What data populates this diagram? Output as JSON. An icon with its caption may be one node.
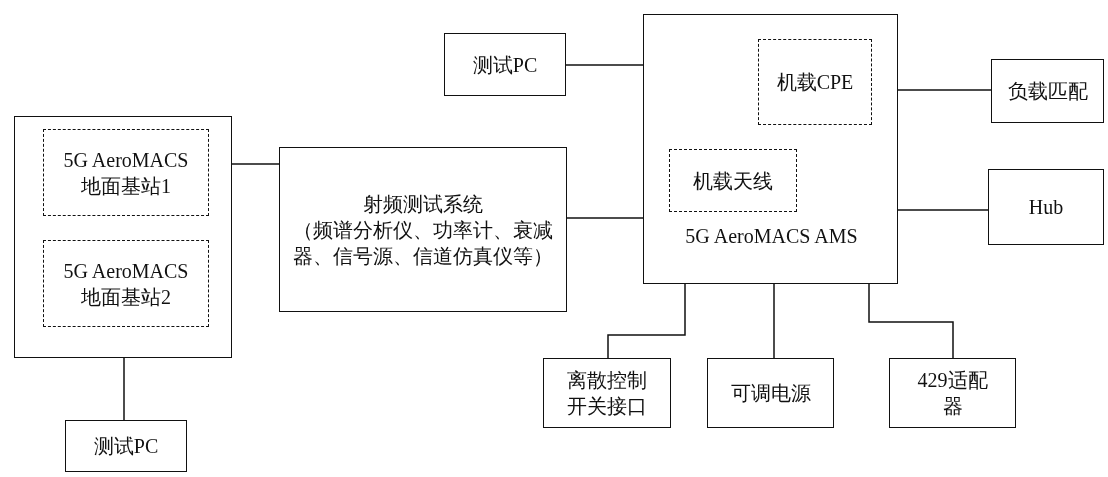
{
  "diagram": {
    "nodes": [
      {
        "text": [
          "测试PC"
        ]
      },
      {
        "text": [
          "5G AeroMACS AMS"
        ]
      },
      {
        "text": [
          "机载CPE"
        ],
        "in": 1
      },
      {
        "text": [
          "负载匹配"
        ]
      },
      {
        "text": [],
        "shape": "box"
      },
      {
        "text": [
          "5G AeroMACS 地面基站1"
        ],
        "in": 4
      },
      {
        "text": [
          "5G AeroMACS 地面基站2"
        ],
        "in": 4
      },
      {
        "text": [
          "机载天线"
        ],
        "in": 1
      },
      {
        "text": [
          "射频测试系统",
          "（频谱分析仪、功率计、衰减器、信号源、信道仿真仪等）"
        ]
      },
      {
        "text": [
          "Hub"
        ]
      },
      {
        "text": [
          "离散控制开关接口"
        ]
      },
      {
        "text": [
          "可调电源"
        ]
      },
      {
        "text": [
          "429适配器"
        ]
      },
      {
        "text": [
          "测试PC"
        ]
      }
    ],
    "edges": [
      {
        "from": 4,
        "to": 13,
        "arrow": "none"
      },
      {
        "from": 4,
        "to": 8,
        "arrow": "none"
      },
      {
        "from": 8,
        "to": 1,
        "arrow": "none"
      },
      {
        "from": 0,
        "to": 1,
        "arrow": "none"
      },
      {
        "from": 1,
        "to": 3,
        "arrow": "none"
      },
      {
        "from": 1,
        "to": 9,
        "arrow": "none"
      },
      {
        "from": 1,
        "to": 10,
        "arrow": "none"
      },
      {
        "from": 1,
        "to": 11,
        "arrow": "none"
      },
      {
        "from": 1,
        "to": 12,
        "arrow": "none"
      }
    ]
  }
}
